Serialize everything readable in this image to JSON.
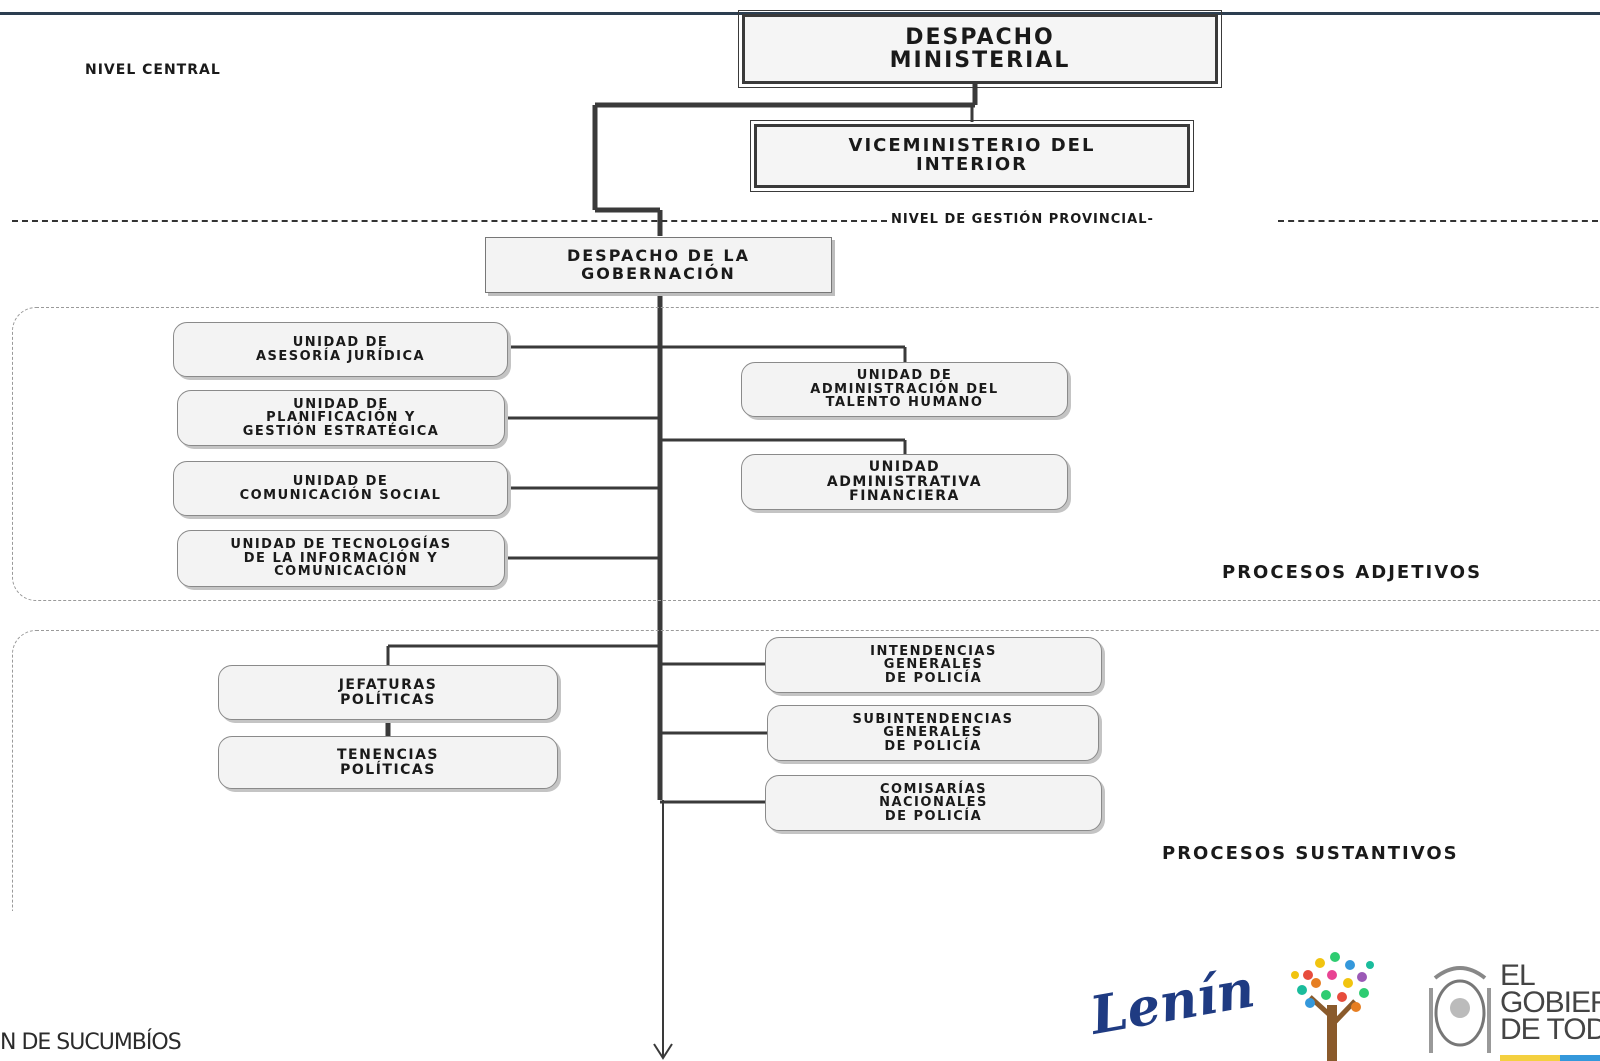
{
  "levels": {
    "central": "NIVEL CENTRAL",
    "provincial": "NIVEL DE GESTIÓN PROVINCIAL-"
  },
  "nodes": {
    "despacho_ministerial": "DESPACHO\nMINISTERIAL",
    "viceministerio": "VICEMINISTERIO DEL\nINTERIOR",
    "despacho_gobernacion": "DESPACHO DE LA\nGOBERNACIÓN"
  },
  "procesos_adjetivos": {
    "label": "PROCESOS ADJETIVOS",
    "left_units": [
      "UNIDAD DE\nASESORÍA JURÍDICA",
      "UNIDAD DE\nPLANIFICACIÓN Y\nGESTIÓN ESTRATÉGICA",
      "UNIDAD DE\nCOMUNICACIÓN SOCIAL",
      "UNIDAD DE TECNOLOGÍAS\nDE LA INFORMACIÓN Y\nCOMUNICACIÓN"
    ],
    "right_units": [
      "UNIDAD DE\nADMINISTRACIÓN DEL\nTALENTO HUMANO",
      "UNIDAD\nADMINISTRATIVA\nFINANCIERA"
    ]
  },
  "procesos_sustantivos": {
    "label": "PROCESOS SUSTANTIVOS",
    "left_units": [
      "JEFATURAS\nPOLÍTICAS",
      "TENENCIAS\nPOLÍTICAS"
    ],
    "right_units": [
      "INTENDENCIAS\nGENERALES\nDE POLICÍA",
      "SUBINTENDENCIAS\nGENERALES\nDE POLICÍA",
      "COMISARÍAS\nNACIONALES\nDE POLICÍA"
    ]
  },
  "footer": {
    "text": "N DE SUCUMBÍOS",
    "logo_lenin": "Lenín",
    "logo_gobierno": "EL\nGOBIERN\nDE TODO"
  },
  "colors": {
    "line": "#3a3a3a",
    "box_fill": "#f3f3f3",
    "top_rule": "#2c3e50",
    "logo_blue": "#1f3b82"
  }
}
